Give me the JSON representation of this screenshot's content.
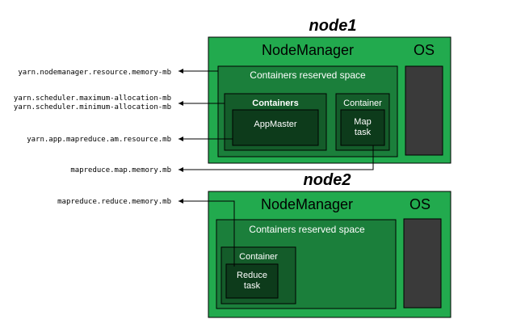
{
  "colors": {
    "node_fill": "#22aa4e",
    "reserved_fill": "#1b7f3b",
    "container_fill": "#145c2a",
    "task_fill": "#0d3b1b",
    "os_fill": "#3a3a3a",
    "border": "#000000",
    "text_light": "#ffffff",
    "text_dark": "#000000"
  },
  "node1": {
    "title": "node1",
    "nodemanager_label": "NodeManager",
    "os_label": "OS",
    "reserved_label": "Containers reserved space",
    "containers_label": "Containers",
    "appmaster_label": "AppMaster",
    "container_label": "Container",
    "map_task_line1": "Map",
    "map_task_line2": "task"
  },
  "node2": {
    "title": "node2",
    "nodemanager_label": "NodeManager",
    "os_label": "OS",
    "reserved_label": "Containers reserved space",
    "container_label": "Container",
    "reduce_task_line1": "Reduce",
    "reduce_task_line2": "task"
  },
  "config_labels": {
    "nodemanager_memory": "yarn.nodemanager.resource.memory-mb",
    "scheduler_max": "yarn.scheduler.maximum-allocation-mb",
    "scheduler_min": "yarn.scheduler.minimum-allocation-mb",
    "am_resource": "yarn.app.mapreduce.am.resource.mb",
    "map_memory": "mapreduce.map.memory.mb",
    "reduce_memory": "mapreduce.reduce.memory.mb"
  }
}
